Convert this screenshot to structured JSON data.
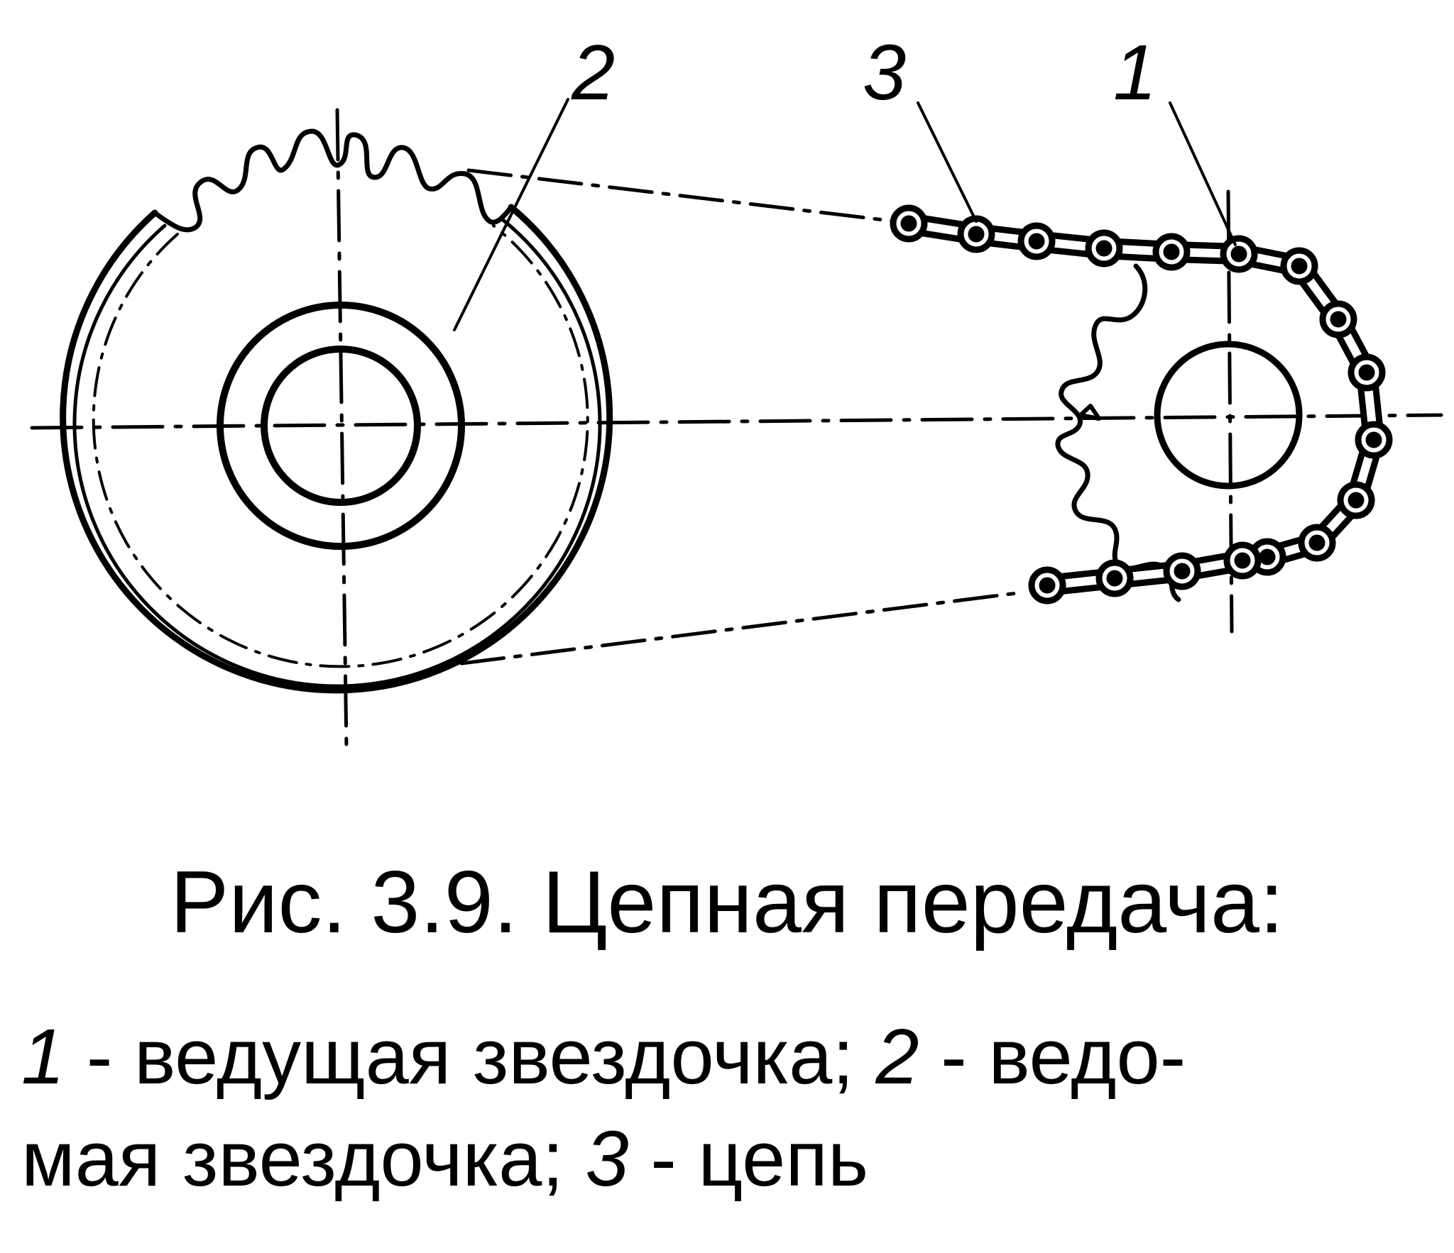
{
  "figure": {
    "callouts": {
      "driving_sprocket": "1",
      "driven_sprocket": "2",
      "chain": "3"
    },
    "caption": {
      "title": "Рис. 3.9. Цепная передача:",
      "line1": {
        "n1": "1",
        "t1": " - ведущая звездочка; ",
        "n2": "2",
        "t2": " - ведо-"
      },
      "line2": {
        "t1": "мая звездочка; ",
        "n3": "3",
        "t2": " - цепь"
      }
    }
  }
}
